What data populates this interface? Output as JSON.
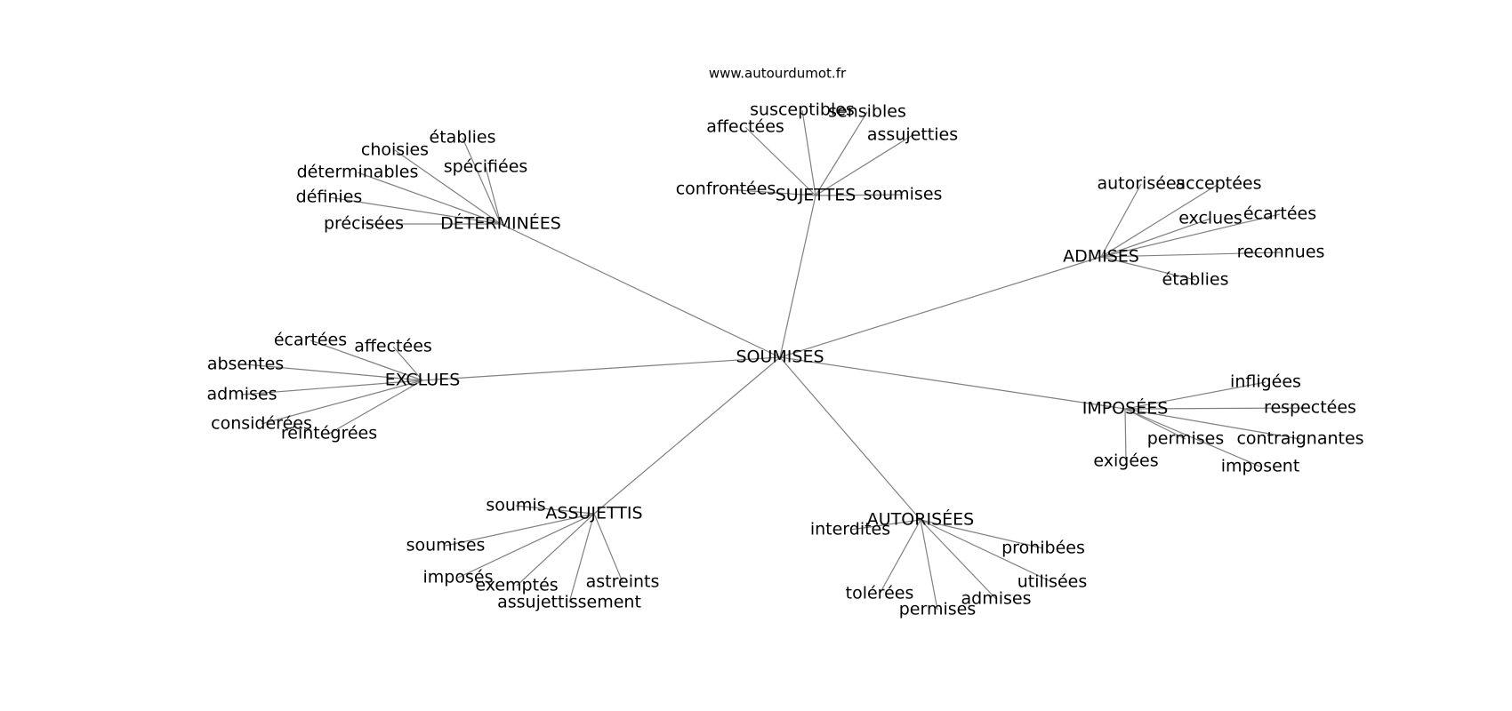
{
  "source_credit": "www.autourdumot.fr",
  "center": "SOUMISES",
  "groups": [
    {
      "hub": "SUJETTES",
      "leaves": [
        "susceptibles",
        "sensibles",
        "affectées",
        "assujetties",
        "confrontées",
        "soumises"
      ]
    },
    {
      "hub": "DÉTERMINÉES",
      "leaves": [
        "établies",
        "choisies",
        "spécifiées",
        "déterminables",
        "définies",
        "précisées"
      ]
    },
    {
      "hub": "ADMISES",
      "leaves": [
        "autorisées",
        "acceptées",
        "exclues",
        "écartées",
        "reconnues",
        "établies"
      ]
    },
    {
      "hub": "EXCLUES",
      "leaves": [
        "écartées",
        "affectées",
        "absentes",
        "admises",
        "considérées",
        "réintégrées"
      ]
    },
    {
      "hub": "IMPOSÉES",
      "leaves": [
        "infligées",
        "respectées",
        "permises",
        "contraignantes",
        "exigées",
        "imposent"
      ]
    },
    {
      "hub": "ASSUJETTIS",
      "leaves": [
        "soumis",
        "soumises",
        "imposés",
        "exemptés",
        "astreints",
        "assujettissement"
      ]
    },
    {
      "hub": "AUTORISÉES",
      "leaves": [
        "interdites",
        "prohibées",
        "utilisées",
        "tolérées",
        "admises",
        "permises"
      ]
    }
  ]
}
